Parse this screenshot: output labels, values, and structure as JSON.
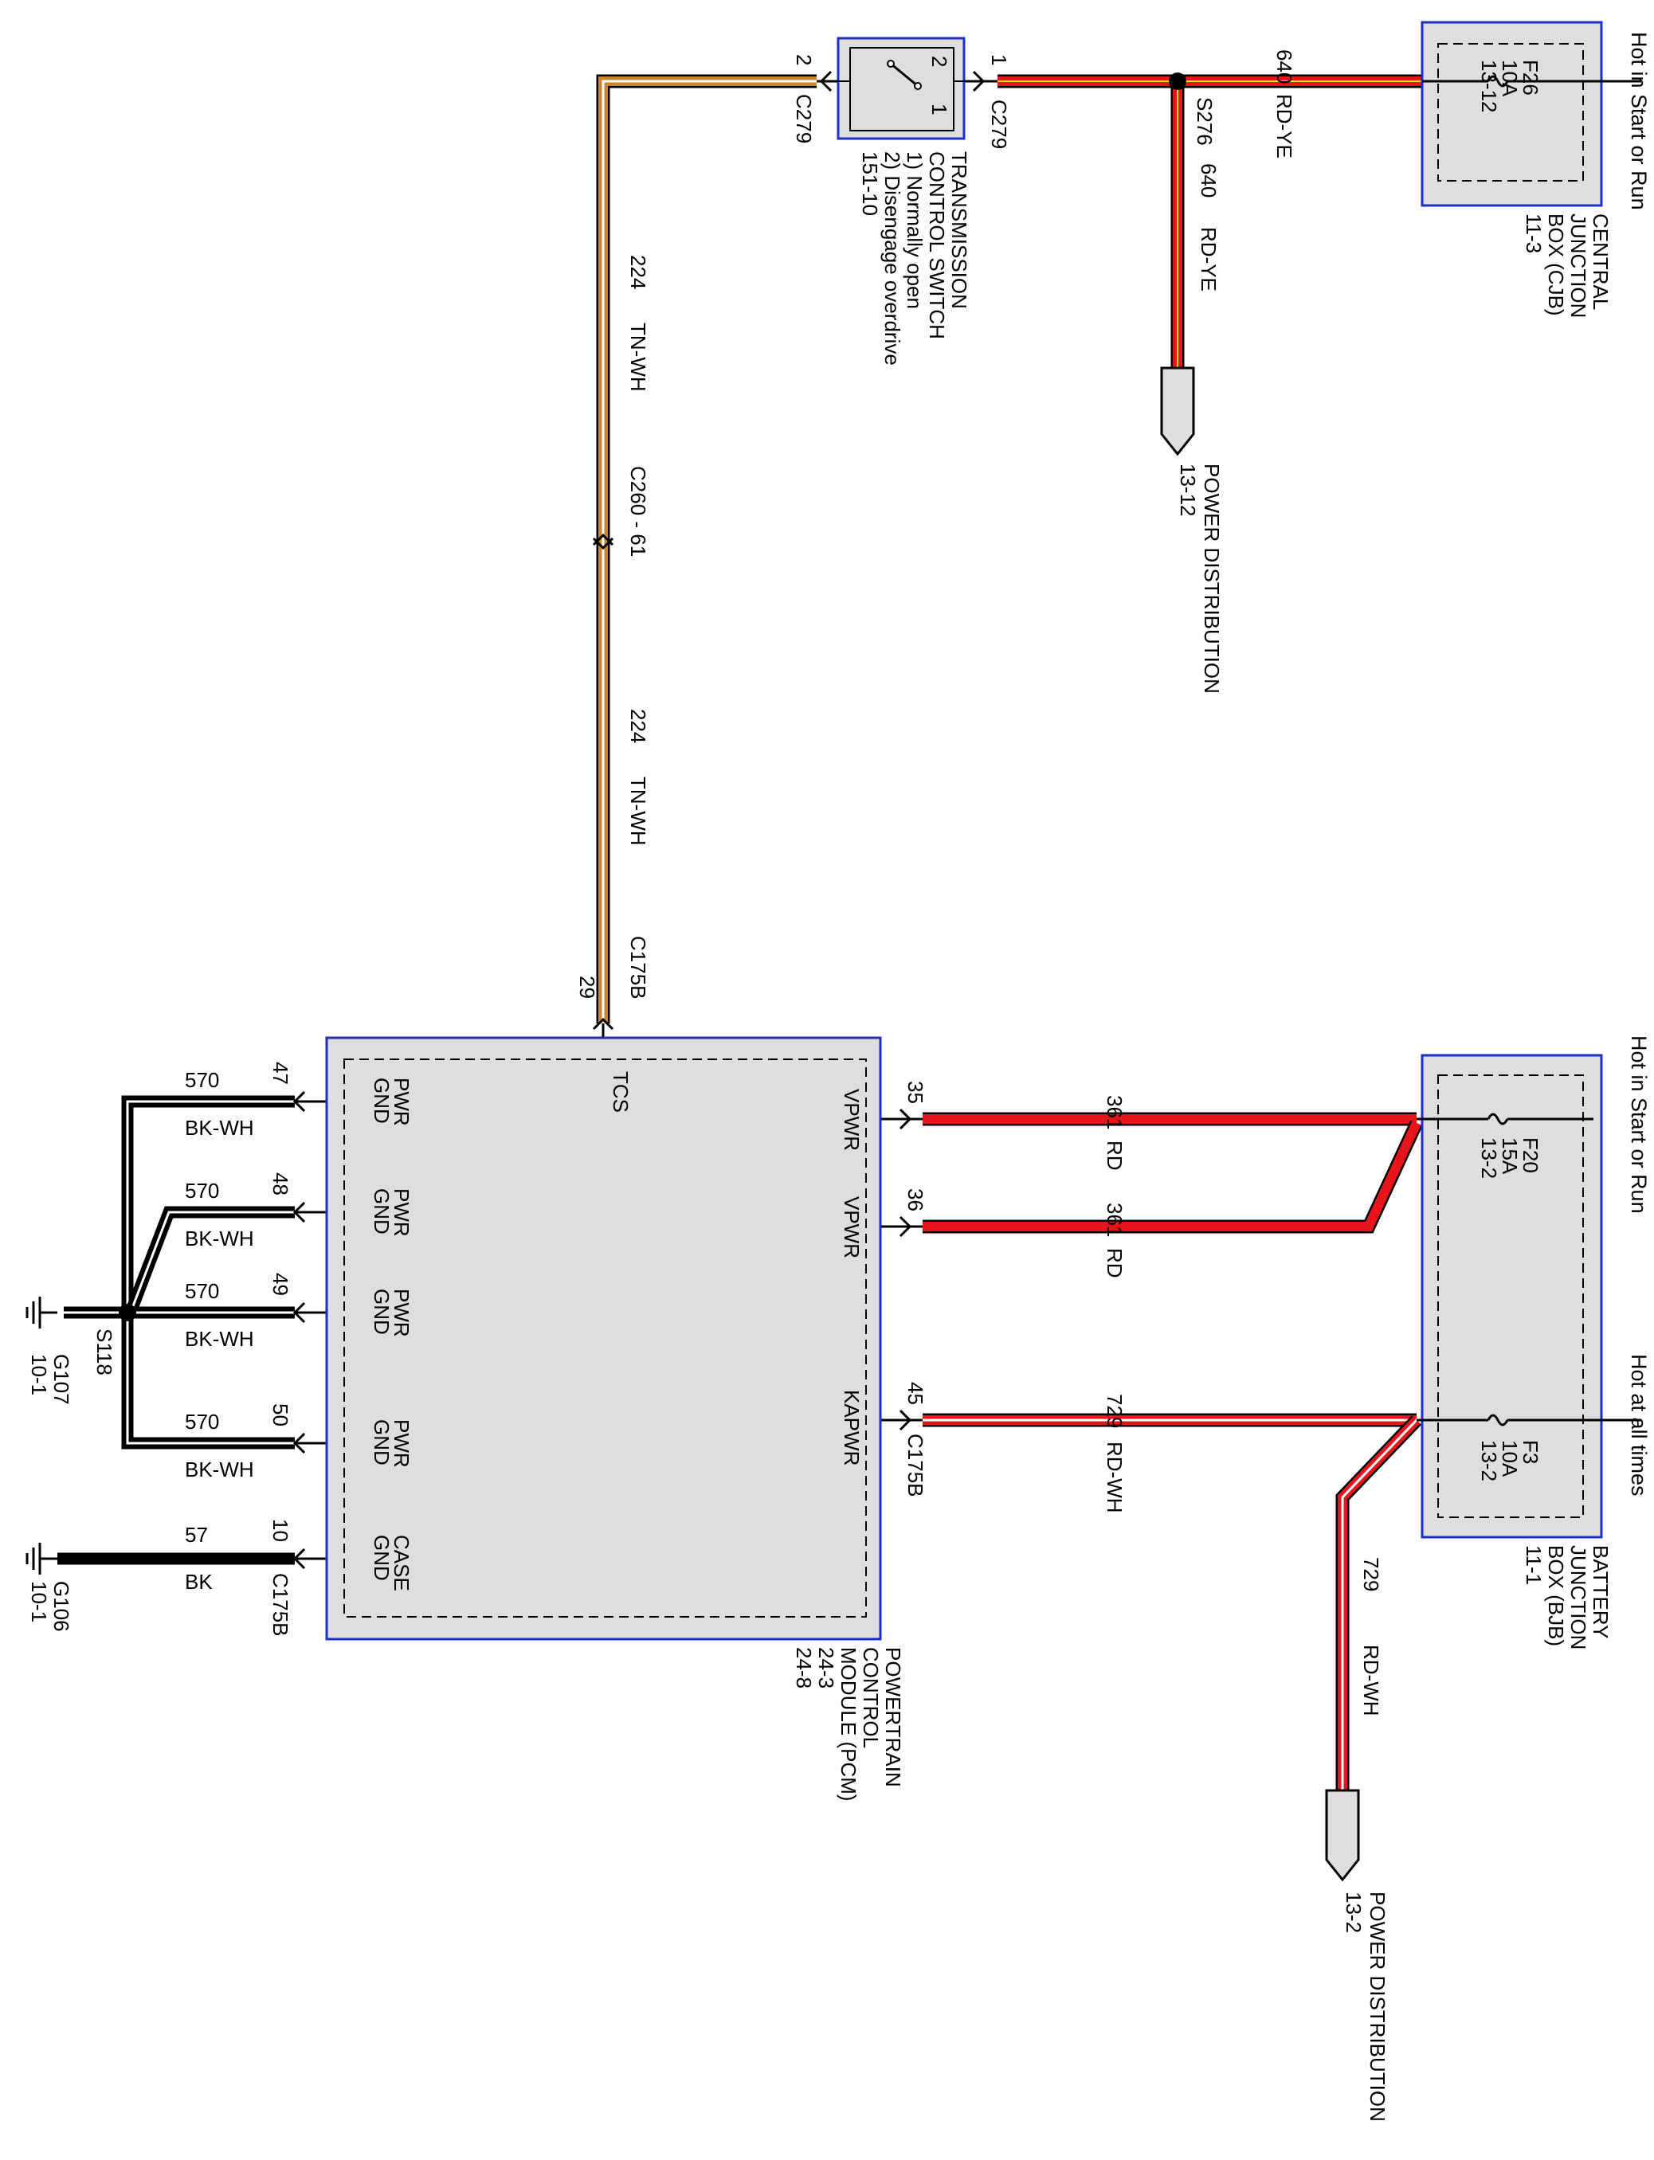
{
  "orientation_note": "",
  "tcs_switch": {
    "name_lines": [
      "TRANSMISSION",
      "CONTROL SWITCH",
      "1) Normally open",
      "2) Disengage overdrive",
      "151-10"
    ],
    "connector": "C279",
    "pin_left": "2",
    "pin_right": "1",
    "inner_pin_2": "2",
    "inner_pin_1": "1"
  },
  "cjb": {
    "header": "Hot in Start or Run",
    "fuse_lines": [
      "F26",
      "10A",
      "13-12"
    ],
    "name_lines": [
      "CENTRAL",
      "JUNCTION",
      "BOX (CJB)",
      "11-3"
    ]
  },
  "bjb": {
    "header_top": "Hot in Start or Run",
    "header_bottom": "Hot at all times",
    "fuse_top_lines": [
      "F20",
      "15A",
      "13-2"
    ],
    "fuse_bottom_lines": [
      "F3",
      "10A",
      "13-2"
    ],
    "name_lines": [
      "BATTERY",
      "JUNCTION",
      "BOX (BJB)",
      "11-1"
    ]
  },
  "splice_s276": "S276",
  "splice_s118": "S118",
  "pdist_top": {
    "lines": [
      "POWER DISTRIBUTION",
      "13-12"
    ]
  },
  "pdist_bottom": {
    "lines": [
      "POWER DISTRIBUTION",
      "13-2"
    ]
  },
  "wires": {
    "w640_top": {
      "circuit": "640",
      "color": "RD-YE"
    },
    "w640_down": {
      "circuit": "640",
      "color": "RD-YE"
    },
    "w224_upper": {
      "circuit": "224",
      "color": "TN-WH"
    },
    "w224_lower": {
      "circuit": "224",
      "color": "TN-WH"
    },
    "w361_a": {
      "circuit": "361",
      "color": "RD"
    },
    "w361_b": {
      "circuit": "361",
      "color": "RD"
    },
    "w729_a": {
      "circuit": "729",
      "color": "RD-WH"
    },
    "w729_b": {
      "circuit": "729",
      "color": "RD-WH"
    },
    "w570_47": {
      "circuit": "570",
      "color": "BK-WH"
    },
    "w570_48": {
      "circuit": "570",
      "color": "BK-WH"
    },
    "w570_49": {
      "circuit": "570",
      "color": "BK-WH"
    },
    "w570_50": {
      "circuit": "570",
      "color": "BK-WH"
    },
    "w57": {
      "circuit": "57",
      "color": "BK"
    }
  },
  "connectors": {
    "c260": "C260 - 61",
    "c175b_top": "C175B",
    "c175b_right": "C175B",
    "c175b_left": "C175B"
  },
  "pcm": {
    "name_lines": [
      "POWERTRAIN",
      "CONTROL",
      "MODULE (PCM)",
      "24-3",
      "24-8"
    ],
    "tcs": {
      "label": "TCS",
      "pin": "29"
    },
    "right_pins": [
      {
        "pin": "35",
        "label": "VPWR"
      },
      {
        "pin": "36",
        "label": "VPWR"
      },
      {
        "pin": "45",
        "label": "KAPWR"
      }
    ],
    "left_pins": [
      {
        "pin": "47",
        "label1": "PWR",
        "label2": "GND"
      },
      {
        "pin": "48",
        "label1": "PWR",
        "label2": "GND"
      },
      {
        "pin": "49",
        "label1": "PWR",
        "label2": "GND"
      },
      {
        "pin": "50",
        "label1": "PWR",
        "label2": "GND"
      },
      {
        "pin": "10",
        "label1": "CASE",
        "label2": "GND"
      }
    ]
  },
  "grounds": {
    "g107": [
      "G107",
      "10-1"
    ],
    "g106": [
      "G106",
      "10-1"
    ]
  },
  "colors": {
    "red": "#e8141b",
    "tan": "#c8862e",
    "box_fill": "#dedede",
    "box_border": "#1f2fbf"
  }
}
